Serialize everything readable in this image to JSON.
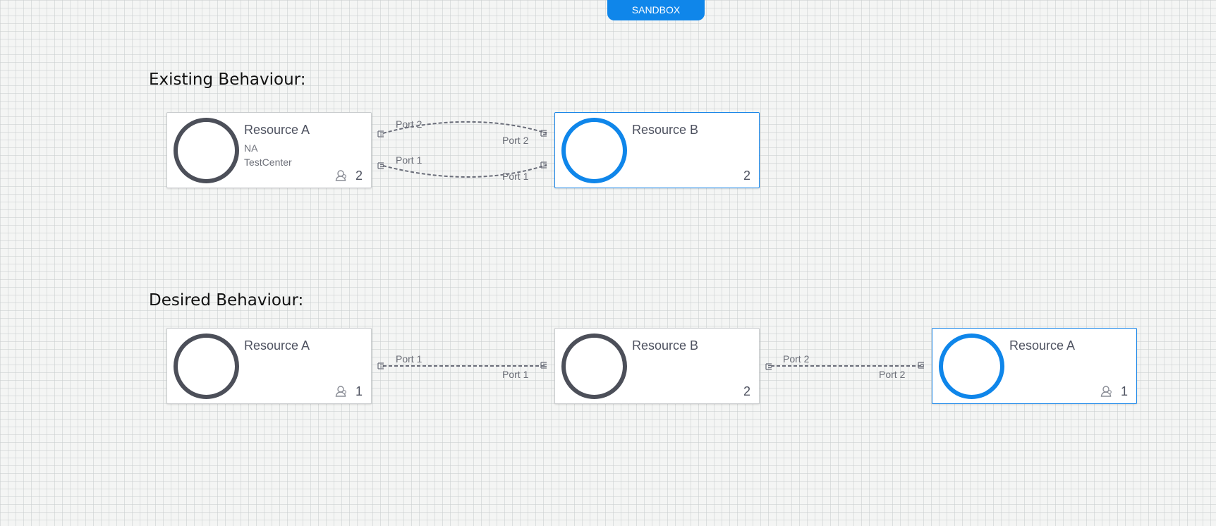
{
  "header": {
    "tab_label": "SANDBOX"
  },
  "sections": {
    "existing": {
      "title": "Existing Behaviour:"
    },
    "desired": {
      "title": "Desired Behaviour:"
    }
  },
  "existing": {
    "resource_a": {
      "name": "Resource A",
      "line1": "NA",
      "line2": "TestCenter",
      "count": "2",
      "icon": "user-icon"
    },
    "resource_b": {
      "name": "Resource B",
      "count": "2"
    },
    "links": [
      {
        "source_label": "Port 2",
        "target_label": "Port 2"
      },
      {
        "source_label": "Port 1",
        "target_label": "Port 1"
      }
    ]
  },
  "desired": {
    "resource_a1": {
      "name": "Resource A",
      "count": "1",
      "icon": "user-icon"
    },
    "resource_b": {
      "name": "Resource B",
      "count": "2"
    },
    "resource_a2": {
      "name": "Resource A",
      "count": "1",
      "icon": "user-icon"
    },
    "links": [
      {
        "source_label": "Port 1",
        "target_label": "Port 1"
      },
      {
        "source_label": "Port 2",
        "target_label": "Port 2"
      }
    ]
  },
  "colors": {
    "accent": "#0f86ea",
    "ring_dark": "#4c4f59",
    "link": "#6a6d79",
    "grid_background": "#f4f5f4"
  }
}
